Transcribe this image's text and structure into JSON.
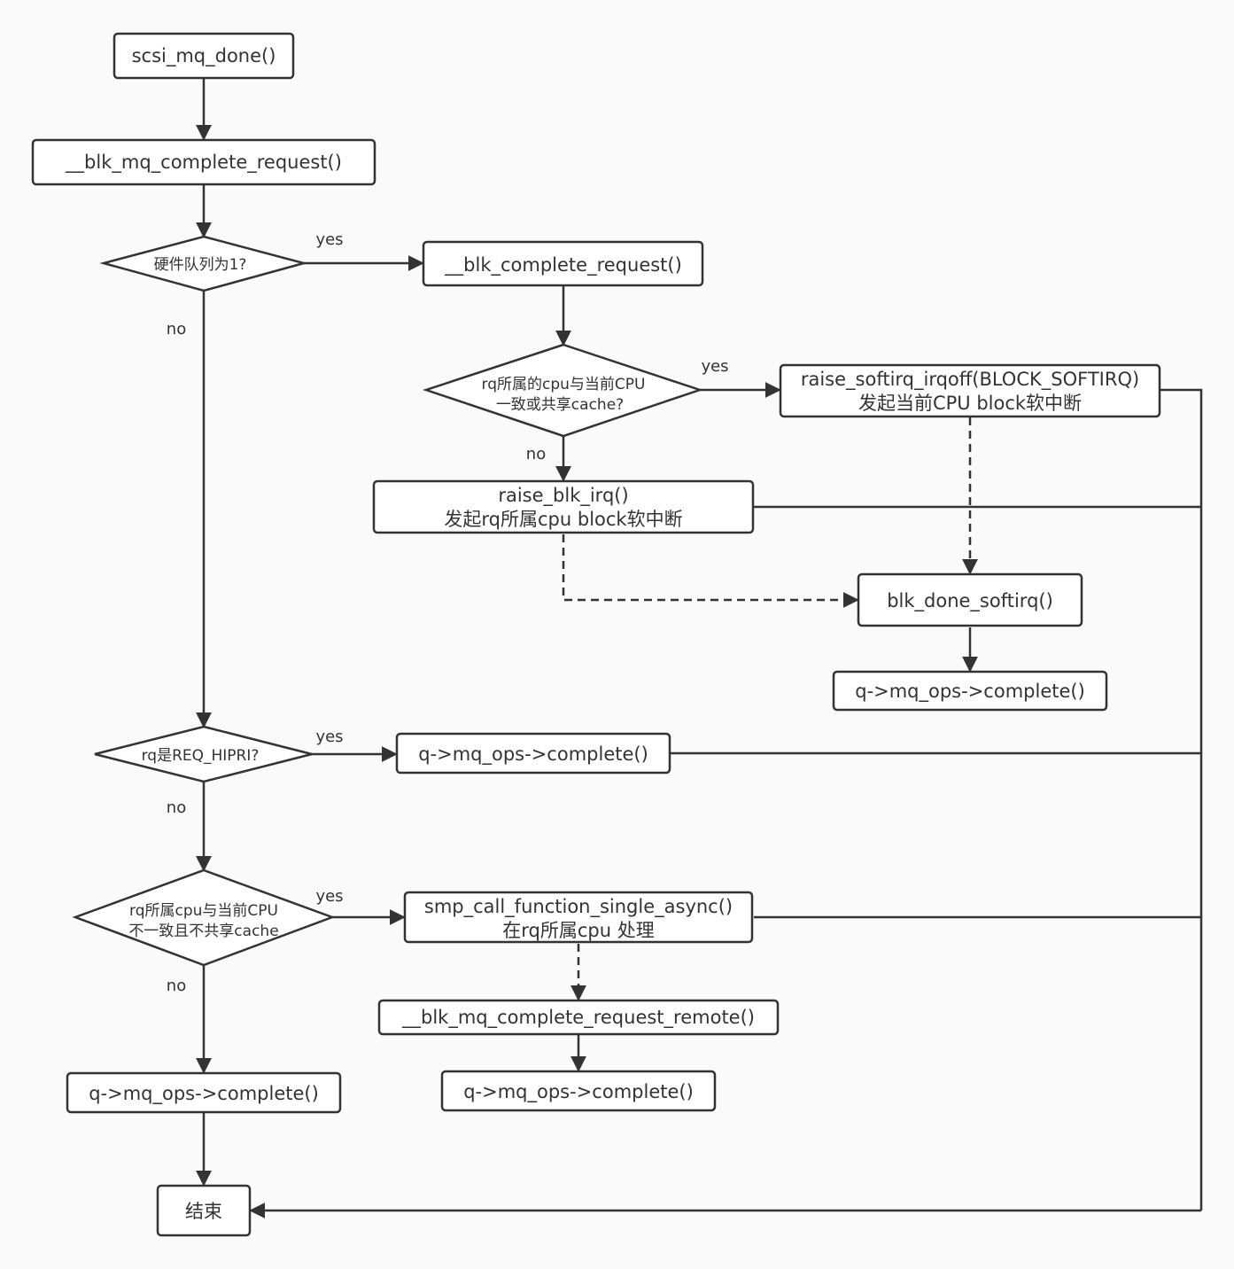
{
  "colors": {
    "background": "#fafafa",
    "stroke": "#333333",
    "node_fill": "#ffffff"
  },
  "nodes": {
    "scsi_mq_done": "scsi_mq_done()",
    "blk_mq_complete_request": "__blk_mq_complete_request()",
    "hw_queue_is_1": "硬件队列为1?",
    "blk_complete_request": "__blk_complete_request()",
    "same_cpu_or_shared_cache_l1": "rq所属的cpu与当前CPU",
    "same_cpu_or_shared_cache_l2": "一致或共享cache?",
    "raise_softirq_l1": "raise_softirq_irqoff(BLOCK_SOFTIRQ)",
    "raise_softirq_l2": "发起当前CPU block软中断",
    "raise_blk_irq_l1": "raise_blk_irq()",
    "raise_blk_irq_l2": "发起rq所属cpu block软中断",
    "blk_done_softirq": "blk_done_softirq()",
    "complete_softirq": "q->mq_ops->complete()",
    "rq_hipri": "rq是REQ_HIPRI?",
    "complete_hipri": "q->mq_ops->complete()",
    "diff_cpu_l1": "rq所属cpu与当前CPU",
    "diff_cpu_l2": "不一致且不共享cache",
    "smp_call_l1": "smp_call_function_single_async()",
    "smp_call_l2": "在rq所属cpu 处理",
    "complete_request_remote": "__blk_mq_complete_request_remote()",
    "complete_remote": "q->mq_ops->complete()",
    "complete_local": "q->mq_ops->complete()",
    "end": "结束"
  },
  "edge_labels": {
    "hw_queue_yes": "yes",
    "hw_queue_no": "no",
    "same_cpu_yes": "yes",
    "same_cpu_no": "no",
    "hipri_yes": "yes",
    "hipri_no": "no",
    "diff_cpu_yes": "yes",
    "diff_cpu_no": "no"
  }
}
